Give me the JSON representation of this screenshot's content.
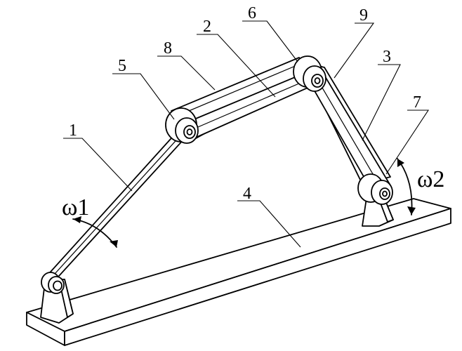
{
  "labels": {
    "n1": "1",
    "n2": "2",
    "n3": "3",
    "n4": "4",
    "n5": "5",
    "n6": "6",
    "n7": "7",
    "n8": "8",
    "n9": "9"
  },
  "omega": {
    "w1": "ω1",
    "w2": "ω2"
  }
}
